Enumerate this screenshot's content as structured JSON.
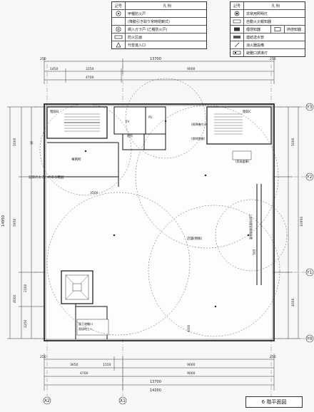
{
  "legend_left": {
    "header_symbol": "記号",
    "header_label": "凡 例",
    "items": [
      {
        "icon": "fire-door-icon",
        "label": "甲種防火戸"
      },
      {
        "icon": "note",
        "label": "(降動引き取り常時閉鎖式)"
      },
      {
        "icon": "wired-glass-icon",
        "label": "網入ガラ戸 (乙種防火戸)"
      },
      {
        "icon": "fire-zone-icon",
        "label": "防火区画"
      },
      {
        "icon": "entrance-icon",
        "label": "代替進入口"
      }
    ]
  },
  "legend_right": {
    "header_symbol": "記号",
    "header_label": "凡 例",
    "items": [
      {
        "icon": "emergency-light-icon",
        "label": "非常用照明灯"
      },
      {
        "icon": "fire-alarm-icon",
        "label": "自動火災報知器"
      },
      {
        "icon": "smoke-detector-icon",
        "label": "煙感知器",
        "icon2": "heat-detector-icon",
        "label2": "熱感知器"
      },
      {
        "icon": "sprinkler-icon",
        "label": "連結送水管"
      },
      {
        "icon": "extinguisher-icon",
        "label": "消火器設備"
      },
      {
        "icon": "exit-light-icon",
        "label": "避難口誘導灯"
      }
    ]
  },
  "dims": {
    "top_total": "13700",
    "top_left_sub": "250",
    "top_right_sub": "250",
    "top_a": "1450",
    "top_b": "3250",
    "top_c": "9000",
    "top_d": "4700",
    "bottom_a": "3650",
    "bottom_b": "1550",
    "bottom_c": "9000",
    "bottom_d": "4700",
    "bottom_e": "9000",
    "bottom_total1": "13700",
    "bottom_total2": "14200",
    "left_total": "14950",
    "left_a": "5000",
    "left_b": "5950",
    "left_c": "2100",
    "left_d": "4000",
    "left_e": "2250",
    "right_a": "5000",
    "right_b": "10950",
    "right_c": "4000",
    "bottom_left_sub": "250",
    "bottom_right_sub": "250"
  },
  "axes": {
    "y3": "Y3",
    "y2": "Y2",
    "y1": "Y1",
    "y0": "Y0",
    "x2": "X2",
    "x1": "X1",
    "x0": "X0"
  },
  "rooms": {
    "stair_left": "階段B",
    "stair_right": "階段C",
    "stair_right_note1": "(昇降機付き)",
    "stair_right_note2": "(常時閉鎖)",
    "office": "事務所",
    "toilet": "便所",
    "shaft": "PS",
    "ev": "EV",
    "room_main": "店舗(物販)",
    "room_small": "(家具倉庫)",
    "shaft_pipe": "上部排煙窓開閉装置",
    "shaft_lower": "EPS",
    "left_note": "延焼のおそれのある範囲",
    "window_label": "窓",
    "bottom_left_note1": "屋下避難口",
    "bottom_left_note2": "直接地上へ",
    "dim_4000": "4000",
    "dim_3500": "3500"
  },
  "title": "6 階平面図"
}
